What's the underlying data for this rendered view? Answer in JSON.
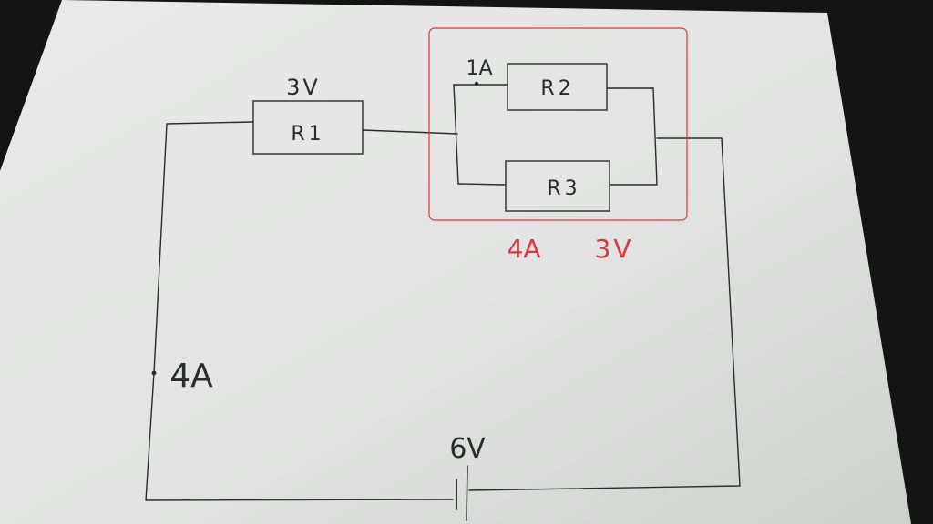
{
  "paper_color": "#e3e4e3",
  "ink_color": "#2a2c2c",
  "highlight_color": "#d9363e",
  "components": {
    "r1": {
      "label": "R1",
      "voltage": "3V"
    },
    "r2": {
      "label": "R2",
      "current": "1A"
    },
    "r3": {
      "label": "R3"
    },
    "battery": {
      "voltage": "6V"
    }
  },
  "main_current": "4A",
  "parallel_group": {
    "current": "4A",
    "voltage": "3V"
  }
}
